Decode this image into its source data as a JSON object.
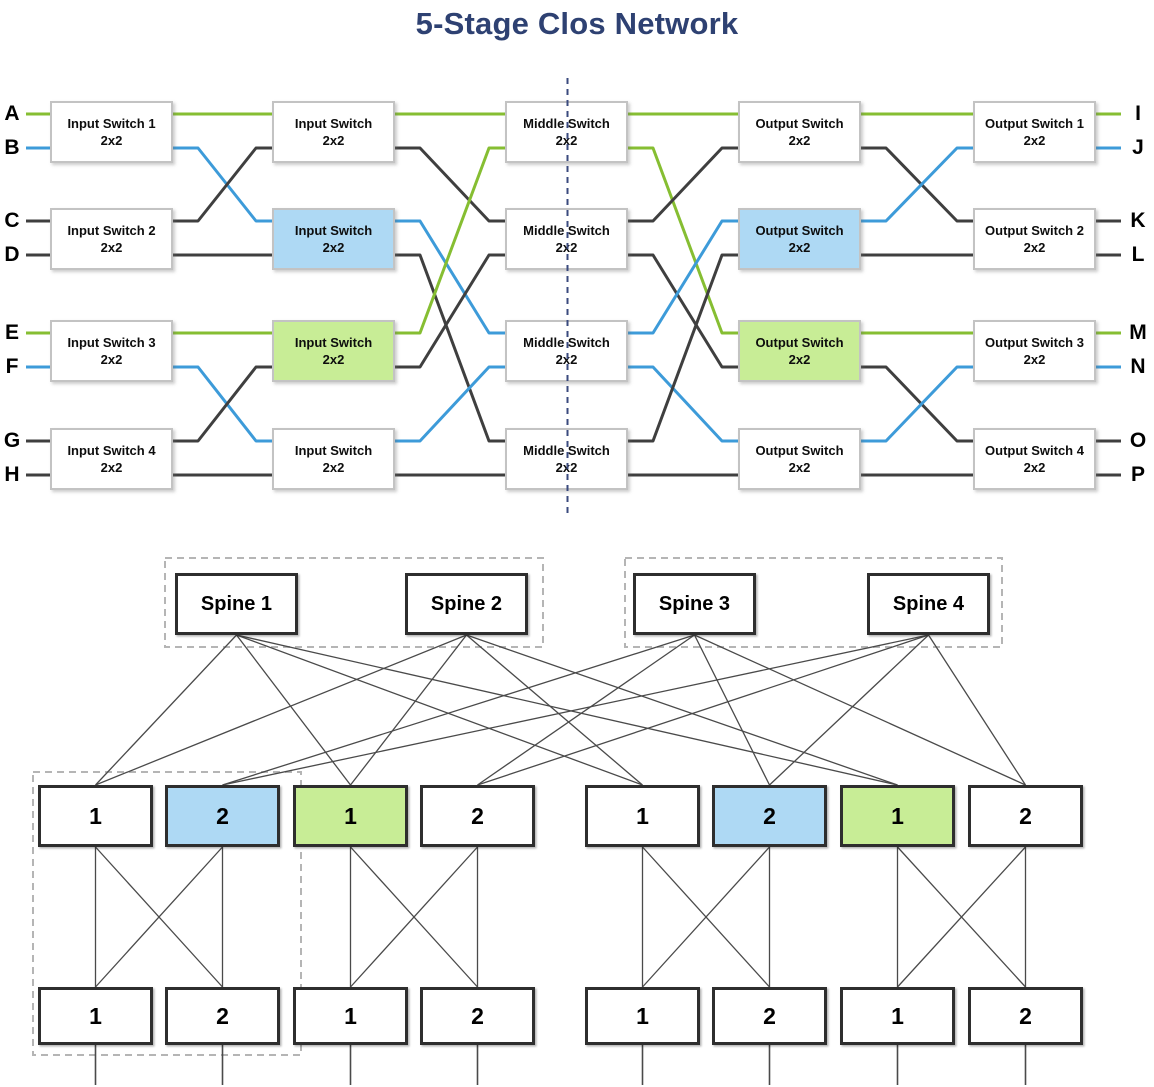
{
  "title": "5-Stage Clos Network",
  "colors": {
    "title": "#2E4172",
    "green": "#86BE32",
    "blue": "#3D9BD9",
    "dark": "#3F3F3F",
    "blue_fill": "#AED9F4",
    "green_fill": "#C8ED96",
    "white_fill": "#FFFFFF",
    "box_border": "#C3C3C3",
    "center_dash": "#3A4A7E",
    "thin_line": "#4A4A4A",
    "group_dash": "#B5B5B5",
    "bold_border": "#2E2E2E"
  },
  "clos": {
    "inputs": [
      {
        "label": "A",
        "color": "green"
      },
      {
        "label": "B",
        "color": "blue"
      },
      {
        "label": "C",
        "color": "dark"
      },
      {
        "label": "D",
        "color": "dark"
      },
      {
        "label": "E",
        "color": "green"
      },
      {
        "label": "F",
        "color": "blue"
      },
      {
        "label": "G",
        "color": "dark"
      },
      {
        "label": "H",
        "color": "dark"
      }
    ],
    "outputs": [
      {
        "label": "I",
        "color": "green"
      },
      {
        "label": "J",
        "color": "blue"
      },
      {
        "label": "K",
        "color": "dark"
      },
      {
        "label": "L",
        "color": "dark"
      },
      {
        "label": "M",
        "color": "green"
      },
      {
        "label": "N",
        "color": "blue"
      },
      {
        "label": "O",
        "color": "dark"
      },
      {
        "label": "P",
        "color": "dark"
      }
    ],
    "stages": [
      {
        "name": "stage-1-ingress",
        "rows": [
          {
            "label": "Input Switch 1",
            "size": "2x2",
            "fill": "white"
          },
          {
            "label": "Input Switch 2",
            "size": "2x2",
            "fill": "white"
          },
          {
            "label": "Input Switch 3",
            "size": "2x2",
            "fill": "white"
          },
          {
            "label": "Input Switch 4",
            "size": "2x2",
            "fill": "white"
          }
        ]
      },
      {
        "name": "stage-2-input",
        "rows": [
          {
            "label": "Input Switch",
            "size": "2x2",
            "fill": "white"
          },
          {
            "label": "Input Switch",
            "size": "2x2",
            "fill": "blue"
          },
          {
            "label": "Input Switch",
            "size": "2x2",
            "fill": "green"
          },
          {
            "label": "Input Switch",
            "size": "2x2",
            "fill": "white"
          }
        ]
      },
      {
        "name": "stage-3-middle",
        "rows": [
          {
            "label": "Middle Switch",
            "size": "2x2",
            "fill": "white"
          },
          {
            "label": "Middle Switch",
            "size": "2x2",
            "fill": "white"
          },
          {
            "label": "Middle Switch",
            "size": "2x2",
            "fill": "white"
          },
          {
            "label": "Middle Switch",
            "size": "2x2",
            "fill": "white"
          }
        ]
      },
      {
        "name": "stage-4-output",
        "rows": [
          {
            "label": "Output Switch",
            "size": "2x2",
            "fill": "white"
          },
          {
            "label": "Output Switch",
            "size": "2x2",
            "fill": "blue"
          },
          {
            "label": "Output Switch",
            "size": "2x2",
            "fill": "green"
          },
          {
            "label": "Output Switch",
            "size": "2x2",
            "fill": "white"
          }
        ]
      },
      {
        "name": "stage-5-egress",
        "rows": [
          {
            "label": "Output Switch 1",
            "size": "2x2",
            "fill": "white"
          },
          {
            "label": "Output Switch 2",
            "size": "2x2",
            "fill": "white"
          },
          {
            "label": "Output Switch 3",
            "size": "2x2",
            "fill": "white"
          },
          {
            "label": "Output Switch 4",
            "size": "2x2",
            "fill": "white"
          }
        ]
      }
    ],
    "wires": [
      {
        "f": [
          0,
          0,
          0
        ],
        "t": [
          1,
          0,
          0
        ],
        "c": "green"
      },
      {
        "f": [
          0,
          0,
          1
        ],
        "t": [
          1,
          1,
          0
        ],
        "c": "blue"
      },
      {
        "f": [
          0,
          1,
          0
        ],
        "t": [
          1,
          0,
          1
        ],
        "c": "dark"
      },
      {
        "f": [
          0,
          1,
          1
        ],
        "t": [
          1,
          1,
          1
        ],
        "c": "dark"
      },
      {
        "f": [
          0,
          2,
          0
        ],
        "t": [
          1,
          2,
          0
        ],
        "c": "green"
      },
      {
        "f": [
          0,
          2,
          1
        ],
        "t": [
          1,
          3,
          0
        ],
        "c": "blue"
      },
      {
        "f": [
          0,
          3,
          0
        ],
        "t": [
          1,
          2,
          1
        ],
        "c": "dark"
      },
      {
        "f": [
          0,
          3,
          1
        ],
        "t": [
          1,
          3,
          1
        ],
        "c": "dark"
      },
      {
        "f": [
          1,
          0,
          0
        ],
        "t": [
          2,
          0,
          0
        ],
        "c": "green"
      },
      {
        "f": [
          1,
          0,
          1
        ],
        "t": [
          2,
          1,
          0
        ],
        "c": "dark"
      },
      {
        "f": [
          1,
          1,
          0
        ],
        "t": [
          2,
          2,
          0
        ],
        "c": "blue"
      },
      {
        "f": [
          1,
          1,
          1
        ],
        "t": [
          2,
          3,
          0
        ],
        "c": "dark"
      },
      {
        "f": [
          1,
          2,
          0
        ],
        "t": [
          2,
          0,
          1
        ],
        "c": "green"
      },
      {
        "f": [
          1,
          2,
          1
        ],
        "t": [
          2,
          1,
          1
        ],
        "c": "dark"
      },
      {
        "f": [
          1,
          3,
          0
        ],
        "t": [
          2,
          2,
          1
        ],
        "c": "blue"
      },
      {
        "f": [
          1,
          3,
          1
        ],
        "t": [
          2,
          3,
          1
        ],
        "c": "dark"
      },
      {
        "f": [
          2,
          0,
          0
        ],
        "t": [
          3,
          0,
          0
        ],
        "c": "green"
      },
      {
        "f": [
          2,
          0,
          1
        ],
        "t": [
          3,
          2,
          0
        ],
        "c": "green"
      },
      {
        "f": [
          2,
          1,
          0
        ],
        "t": [
          3,
          0,
          1
        ],
        "c": "dark"
      },
      {
        "f": [
          2,
          1,
          1
        ],
        "t": [
          3,
          2,
          1
        ],
        "c": "dark"
      },
      {
        "f": [
          2,
          2,
          0
        ],
        "t": [
          3,
          1,
          0
        ],
        "c": "blue"
      },
      {
        "f": [
          2,
          2,
          1
        ],
        "t": [
          3,
          3,
          0
        ],
        "c": "blue"
      },
      {
        "f": [
          2,
          3,
          0
        ],
        "t": [
          3,
          1,
          1
        ],
        "c": "dark"
      },
      {
        "f": [
          2,
          3,
          1
        ],
        "t": [
          3,
          3,
          1
        ],
        "c": "dark"
      },
      {
        "f": [
          3,
          0,
          0
        ],
        "t": [
          4,
          0,
          0
        ],
        "c": "green"
      },
      {
        "f": [
          3,
          0,
          1
        ],
        "t": [
          4,
          1,
          0
        ],
        "c": "dark"
      },
      {
        "f": [
          3,
          1,
          0
        ],
        "t": [
          4,
          0,
          1
        ],
        "c": "blue"
      },
      {
        "f": [
          3,
          1,
          1
        ],
        "t": [
          4,
          1,
          1
        ],
        "c": "dark"
      },
      {
        "f": [
          3,
          2,
          0
        ],
        "t": [
          4,
          2,
          0
        ],
        "c": "green"
      },
      {
        "f": [
          3,
          2,
          1
        ],
        "t": [
          4,
          3,
          0
        ],
        "c": "dark"
      },
      {
        "f": [
          3,
          3,
          0
        ],
        "t": [
          4,
          2,
          1
        ],
        "c": "blue"
      },
      {
        "f": [
          3,
          3,
          1
        ],
        "t": [
          4,
          3,
          1
        ],
        "c": "dark"
      }
    ]
  },
  "fabric": {
    "spines": [
      {
        "label": "Spine 1"
      },
      {
        "label": "Spine 2"
      },
      {
        "label": "Spine 3"
      },
      {
        "label": "Spine 4"
      }
    ],
    "leaves": [
      {
        "label": "1",
        "fill": "white"
      },
      {
        "label": "2",
        "fill": "blue"
      },
      {
        "label": "1",
        "fill": "green"
      },
      {
        "label": "2",
        "fill": "white"
      },
      {
        "label": "1",
        "fill": "white"
      },
      {
        "label": "2",
        "fill": "blue"
      },
      {
        "label": "1",
        "fill": "green"
      },
      {
        "label": "2",
        "fill": "white"
      }
    ],
    "tors": [
      {
        "label": "1"
      },
      {
        "label": "2"
      },
      {
        "label": "1"
      },
      {
        "label": "2"
      },
      {
        "label": "1"
      },
      {
        "label": "2"
      },
      {
        "label": "1"
      },
      {
        "label": "2"
      }
    ],
    "spine_links": [
      [
        0,
        0
      ],
      [
        0,
        2
      ],
      [
        0,
        4
      ],
      [
        0,
        6
      ],
      [
        1,
        0
      ],
      [
        1,
        2
      ],
      [
        1,
        4
      ],
      [
        1,
        6
      ],
      [
        2,
        1
      ],
      [
        2,
        3
      ],
      [
        2,
        5
      ],
      [
        2,
        7
      ],
      [
        3,
        1
      ],
      [
        3,
        3
      ],
      [
        3,
        5
      ],
      [
        3,
        7
      ]
    ],
    "leaf_tor_links": [
      [
        0,
        0
      ],
      [
        0,
        1
      ],
      [
        1,
        0
      ],
      [
        1,
        1
      ],
      [
        2,
        2
      ],
      [
        2,
        3
      ],
      [
        3,
        2
      ],
      [
        3,
        3
      ],
      [
        4,
        4
      ],
      [
        4,
        5
      ],
      [
        5,
        4
      ],
      [
        5,
        5
      ],
      [
        6,
        6
      ],
      [
        6,
        7
      ],
      [
        7,
        6
      ],
      [
        7,
        7
      ]
    ]
  }
}
